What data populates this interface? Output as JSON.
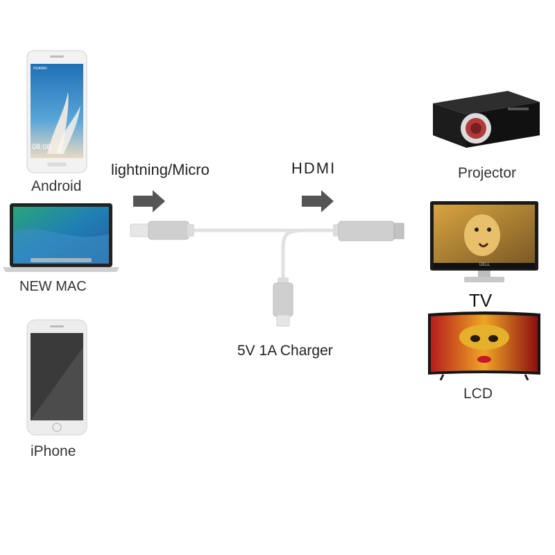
{
  "devices_left": {
    "android": {
      "label": "Android",
      "screen_brand": "HUAWEI",
      "clock": "08:08"
    },
    "mac": {
      "label": "NEW MAC"
    },
    "iphone": {
      "label": "iPhone"
    }
  },
  "devices_right": {
    "projector": {
      "label": "Projector"
    },
    "tv": {
      "label": "TV",
      "brand": "DELL"
    },
    "lcd": {
      "label": "LCD"
    }
  },
  "cable": {
    "input_label": "lightning/Micro",
    "output_label": "HDMI",
    "charger_label": "5V 1A Charger"
  },
  "colors": {
    "arrow": "#555555",
    "cable": "#e4e4e4",
    "connector": "#c8c8c8",
    "text": "#333333"
  }
}
